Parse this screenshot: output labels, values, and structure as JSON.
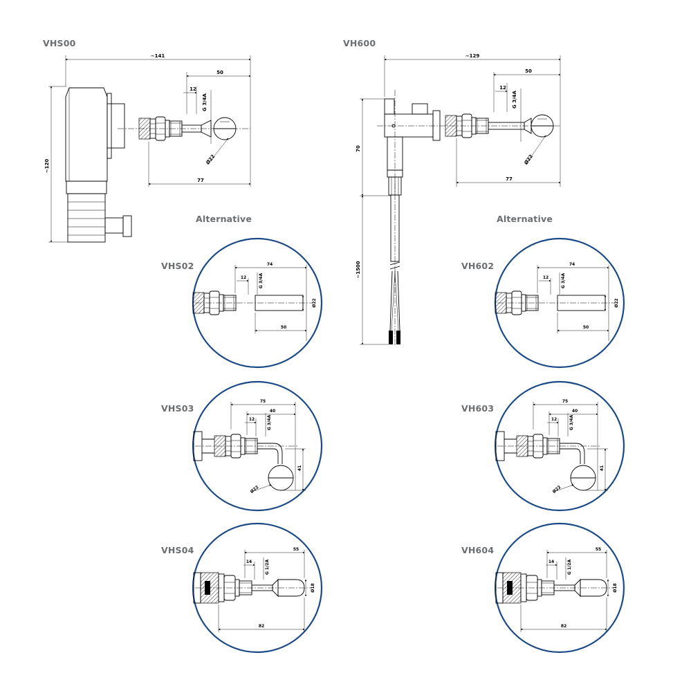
{
  "colors": {
    "ring": "#1a4a86",
    "label": "#6b6e70",
    "line": "#000000"
  },
  "left": {
    "model": "VHS00",
    "alt_label": "Alternative",
    "dims": {
      "overall": "~141",
      "d50": "50",
      "d12": "12",
      "thread": "G 3/4A",
      "height": "~120",
      "ball": "Ø22",
      "d77": "77"
    },
    "v02": {
      "name": "VHS02",
      "d74": "74",
      "d12": "12",
      "thread": "G 3/4A",
      "dia": "Ø22",
      "d50": "50"
    },
    "v03": {
      "name": "VHS03",
      "d75": "75",
      "d40": "40",
      "d12": "12",
      "thread": "G 3/4A",
      "d41": "41",
      "ball": "Ø22"
    },
    "v04": {
      "name": "VHS04",
      "d55": "55",
      "d14": "14",
      "thread": "G 1/2A",
      "dia": "Ø18",
      "d82": "82"
    }
  },
  "right": {
    "model": "VH600",
    "alt_label": "Alternative",
    "dims": {
      "overall": "~129",
      "d50": "50",
      "d12": "12",
      "thread": "G 3/4A",
      "d70": "70",
      "ball": "Ø22",
      "d77": "77",
      "cable": "~1500"
    },
    "v02": {
      "name": "VH602",
      "d74": "74",
      "d12": "12",
      "thread": "G 3/4A",
      "dia": "Ø22",
      "d50": "50"
    },
    "v03": {
      "name": "VH603",
      "d75": "75",
      "d40": "40",
      "d12": "12",
      "thread": "G 3/4A",
      "d41": "41",
      "ball": "Ø22"
    },
    "v04": {
      "name": "VH604",
      "d55": "55",
      "d14": "14",
      "thread": "G 1/2A",
      "dia": "Ø18",
      "d82": "82"
    }
  }
}
